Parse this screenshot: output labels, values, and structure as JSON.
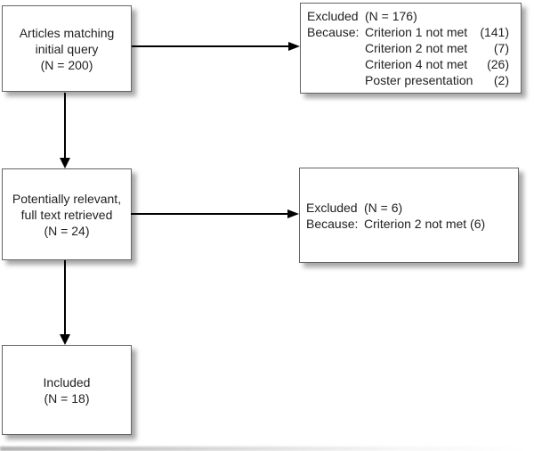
{
  "colors": {
    "background": "#ffffff",
    "box_border": "#646464",
    "arrow": "#000000",
    "text": "#1f1f1f"
  },
  "boxes": {
    "initial": {
      "lines": [
        "Articles matching",
        "initial query",
        "(N = 200)"
      ]
    },
    "excluded1": {
      "rows": [
        {
          "label": "Excluded",
          "text": "(N = 176)",
          "count": ""
        },
        {
          "label": "Because:",
          "text": "Criterion 1 not met",
          "count": "(141)"
        },
        {
          "label": "",
          "text": "Criterion 2 not met",
          "count": "(7)"
        },
        {
          "label": "",
          "text": "Criterion 4 not met",
          "count": "(26)"
        },
        {
          "label": "",
          "text": "Poster presentation",
          "count": "(2)"
        }
      ]
    },
    "fulltext": {
      "lines": [
        "Potentially relevant,",
        "full text retrieved",
        "(N = 24)"
      ]
    },
    "excluded2": {
      "rows": [
        {
          "label": "Excluded",
          "text": "(N = 6)",
          "count": ""
        },
        {
          "label": "Because:",
          "text": "Criterion 2 not met (6)",
          "count": ""
        }
      ]
    },
    "included": {
      "lines": [
        "Included",
        "(N = 18)"
      ]
    }
  }
}
